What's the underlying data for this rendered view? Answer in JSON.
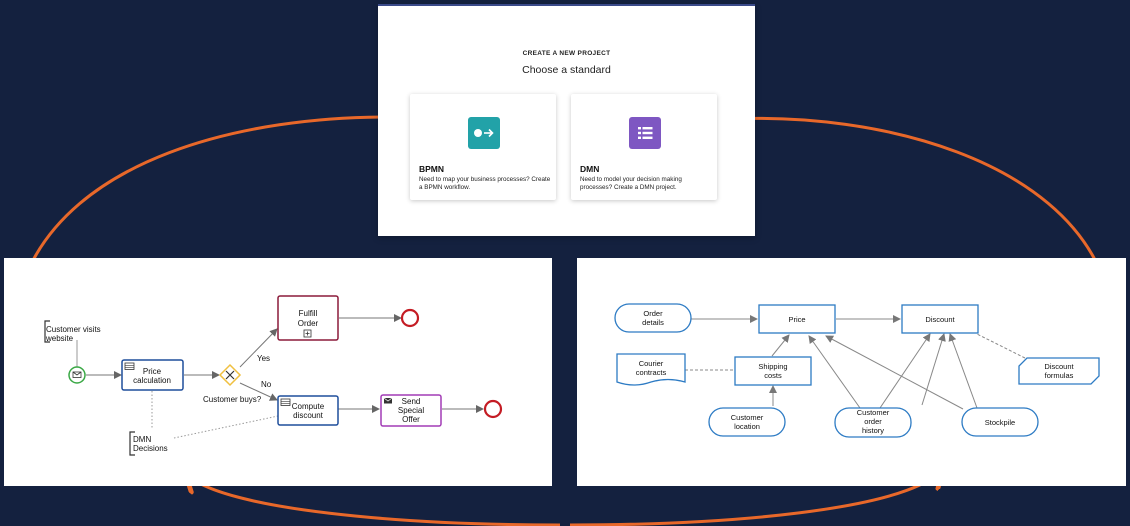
{
  "top_panel": {
    "kicker": "CREATE A NEW PROJECT",
    "heading": "Choose a standard",
    "cards": [
      {
        "title": "BPMN",
        "description": "Need to map your business processes? Create a BPMN workflow.",
        "icon": "bpmn-flow-icon",
        "color": "#22a2a8"
      },
      {
        "title": "DMN",
        "description": "Need to model your decision making processes? Create a DMN project.",
        "icon": "dmn-table-icon",
        "color": "#7e57c2"
      }
    ]
  },
  "bpmn_diagram": {
    "start_annotation": [
      "Customer visits",
      "website"
    ],
    "task_price": [
      "Price",
      "calculation"
    ],
    "gateway_label": "Customer buys?",
    "yes_label": "Yes",
    "no_label": "No",
    "task_fulfill": [
      "Fulfill",
      "Order"
    ],
    "task_compute": [
      "Compute",
      "discount"
    ],
    "task_send": [
      "Send",
      "Special",
      "Offer"
    ],
    "dmn_annotation": [
      "DMN",
      "Decisions"
    ]
  },
  "dmn_diagram": {
    "order_details": [
      "Order",
      "details"
    ],
    "price": "Price",
    "discount": "Discount",
    "courier_contracts": [
      "Courier",
      "contracts"
    ],
    "shipping_costs": [
      "Shipping",
      "costs"
    ],
    "discount_formulas": [
      "Discount",
      "formulas"
    ],
    "customer_location": [
      "Customer",
      "location"
    ],
    "customer_order_history": [
      "Customer",
      "order",
      "history"
    ],
    "stockpile": "Stockpile"
  },
  "colors": {
    "background": "#14213f",
    "arrow_accent": "#e8682a",
    "bpmn_task": "#1f4e9c",
    "bpmn_fulfill": "#8b1a3a",
    "bpmn_send": "#a23cb5",
    "bpmn_start": "#3aa845",
    "bpmn_end": "#c41c24",
    "bpmn_gateway": "#f0c040",
    "dmn_stroke": "#2d7bc4"
  }
}
